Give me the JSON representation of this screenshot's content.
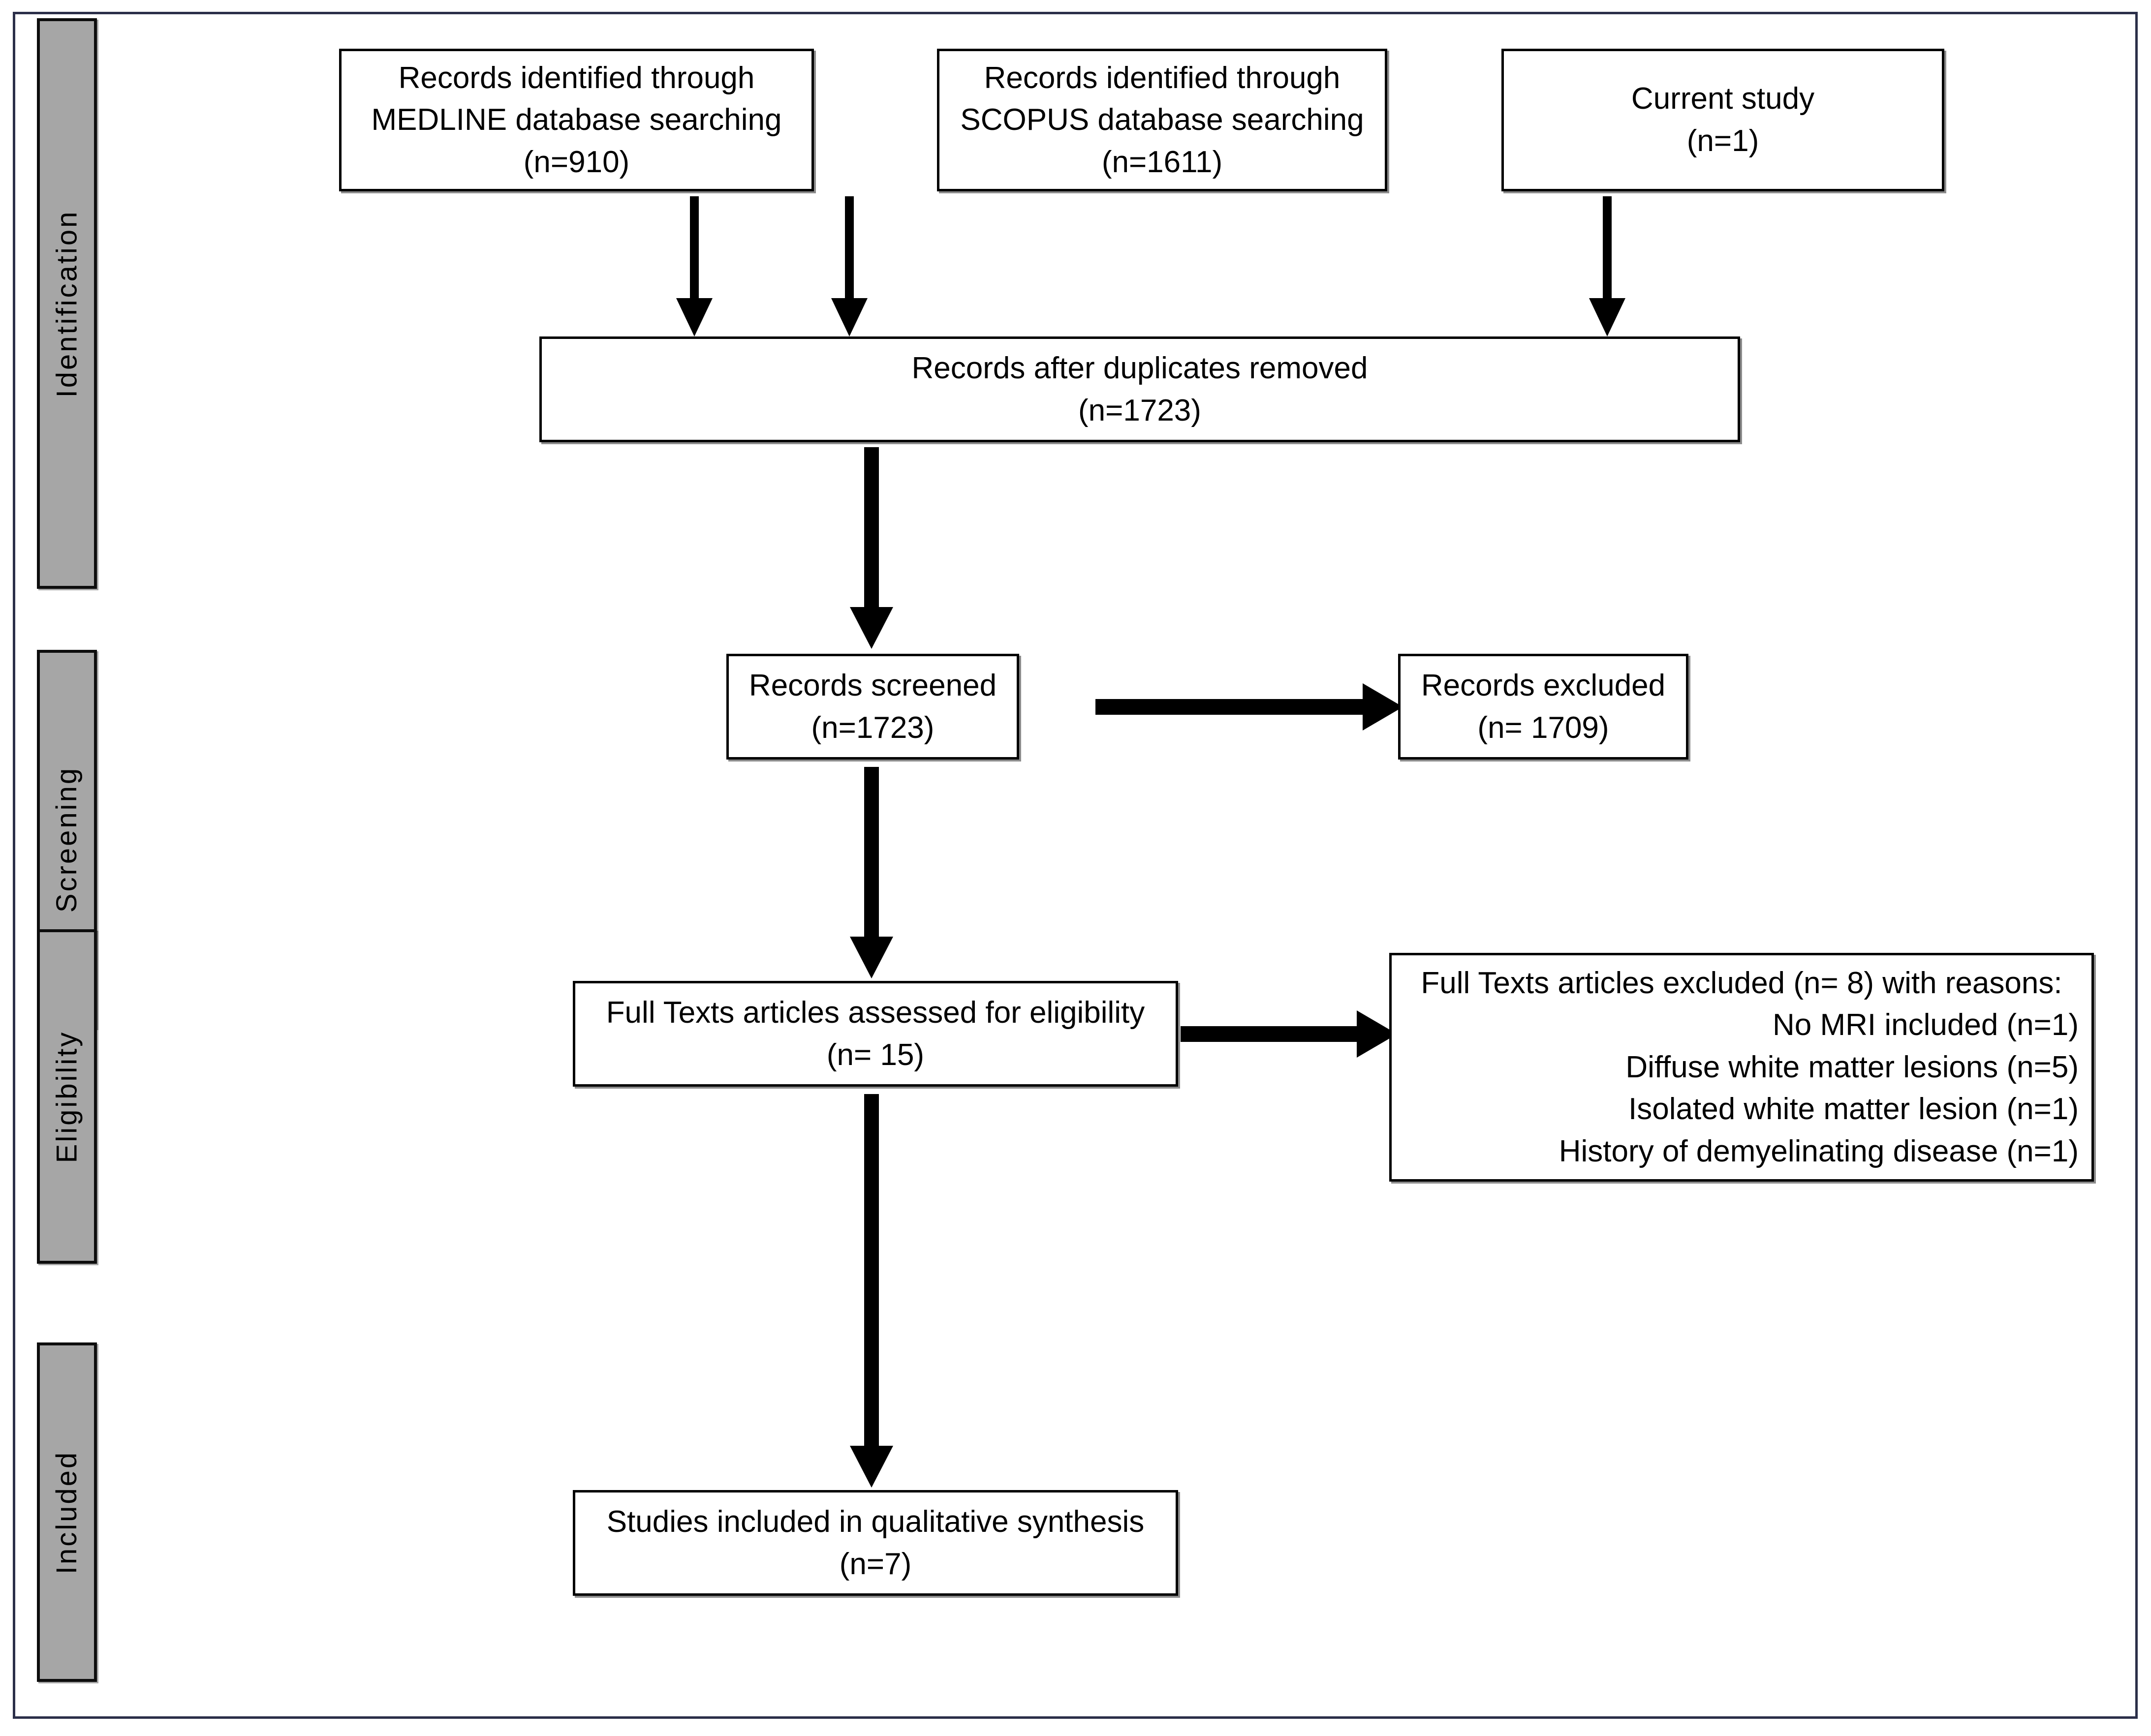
{
  "diagram": {
    "type": "prisma-flow-diagram",
    "frame_color": "#2b2f49",
    "stage_bar_color": "#a6a6a6",
    "box_border_color": "#000000",
    "arrow_color": "#000000"
  },
  "stages": [
    {
      "label": "Identification"
    },
    {
      "label": "Screening"
    },
    {
      "label": "Eligibility"
    },
    {
      "label": "Included"
    }
  ],
  "boxes": {
    "medline": {
      "lines": [
        "Records identified through",
        "MEDLINE database searching",
        "(n=910)"
      ]
    },
    "scopus": {
      "lines": [
        "Records identified through",
        "SCOPUS database searching",
        "(n=1611)"
      ]
    },
    "current_study": {
      "lines": [
        "Current study",
        "(n=1)"
      ]
    },
    "duplicates_removed": {
      "lines": [
        "Records after duplicates removed",
        "(n=1723)"
      ]
    },
    "records_screened": {
      "lines": [
        "Records screened",
        "(n=1723)"
      ]
    },
    "records_excluded": {
      "lines": [
        "Records excluded",
        "(n= 1709)"
      ]
    },
    "fulltext_assessed": {
      "lines": [
        "Full Texts articles assessed for eligibility",
        "(n= 15)"
      ]
    },
    "fulltext_excluded": {
      "lines": [
        "Full Texts articles excluded (n= 8) with reasons:",
        "No MRI included (n=1)",
        "Diffuse white matter lesions (n=5)",
        "Isolated white matter lesion (n=1)",
        "History of demyelinating disease (n=1)"
      ]
    },
    "studies_included": {
      "lines": [
        "Studies included in qualitative synthesis",
        "(n=7)"
      ]
    }
  },
  "counts": {
    "medline_records": 910,
    "scopus_records": 1611,
    "current_study_records": 1,
    "after_duplicates_removed": 1723,
    "records_screened": 1723,
    "records_excluded": 1709,
    "fulltext_assessed": 15,
    "fulltext_excluded": 8,
    "excluded_no_mri": 1,
    "excluded_diffuse_wm_lesions": 5,
    "excluded_isolated_wm_lesion": 1,
    "excluded_history_demyelinating": 1,
    "studies_included": 7
  }
}
